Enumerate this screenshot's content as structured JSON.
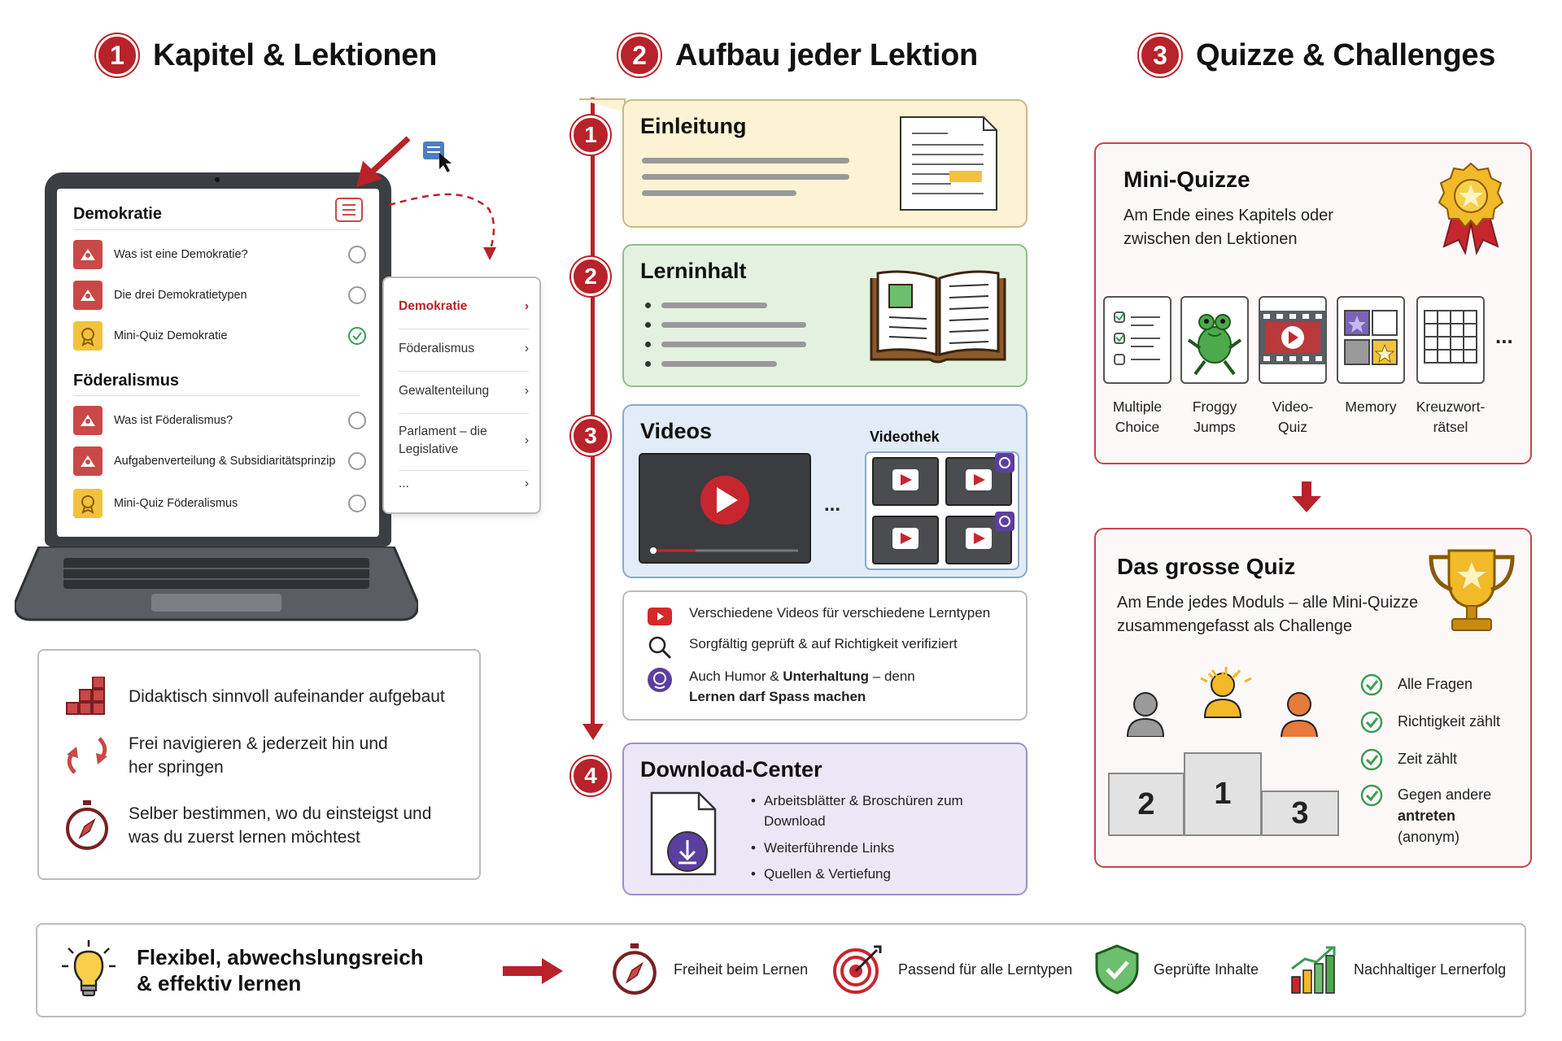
{
  "headers": [
    {
      "num": "1",
      "title": "Kapitel & Lektionen"
    },
    {
      "num": "2",
      "title": "Aufbau jeder Lektion"
    },
    {
      "num": "3",
      "title": "Quizze & Challenges"
    }
  ],
  "laptop": {
    "section1": "Demokratie",
    "section1_items": [
      {
        "label": "Was ist eine Demokratie?",
        "type": "lesson",
        "done": false
      },
      {
        "label": "Die drei Demokratietypen",
        "type": "lesson",
        "done": false
      },
      {
        "label": "Mini-Quiz Demokratie",
        "type": "quiz",
        "done": true
      }
    ],
    "section2": "Föderalismus",
    "section2_items": [
      {
        "label": "Was ist Föderalismus?",
        "type": "lesson",
        "done": false
      },
      {
        "label": "Aufgabenverteilung & Subsidiaritätsprinzip",
        "type": "lesson",
        "done": false
      },
      {
        "label": "Mini-Quiz Föderalismus",
        "type": "quiz",
        "done": false
      }
    ]
  },
  "menu": {
    "items": [
      "Demokratie",
      "Föderalismus",
      "Gewaltenteilung",
      "Parlament – die Legislative",
      "..."
    ],
    "active_index": 0
  },
  "features": [
    {
      "icon": "blocks-icon",
      "text": "Didaktisch sinnvoll aufeinander aufgebaut"
    },
    {
      "icon": "arrows-icon",
      "text": "Frei navigieren & jederzeit hin und her springen"
    },
    {
      "icon": "compass-icon",
      "text": "Selber bestimmen, wo du einsteigst und was du zuerst lernen möchtest"
    }
  ],
  "steps": [
    {
      "num": "1",
      "title": "Einleitung"
    },
    {
      "num": "2",
      "title": "Lerninhalt"
    },
    {
      "num": "3",
      "title": "Videos",
      "sub": "Videothek",
      "ellipsis": "..."
    },
    {
      "num": "4",
      "title": "Download-Center"
    }
  ],
  "video_points": {
    "p1": "Verschiedene Videos für verschiedene Lerntypen",
    "p2": "Sorgfältig geprüft & auf Richtigkeit verifiziert",
    "p3_pre": "Auch Humor & ",
    "p3_bold": "Unterhaltung",
    "p3_post": " – denn",
    "p3_line2": "Lernen darf Spass machen"
  },
  "downloads": [
    "Arbeitsblätter & Broschüren zum Download",
    "Weiterführende Links",
    "Quellen & Vertiefung"
  ],
  "mini_quiz": {
    "title": "Mini-Quizze",
    "desc": "Am Ende eines Kapitels oder zwischen den Lektionen",
    "games": [
      "Multiple Choice",
      "Froggy Jumps",
      "Video-Quiz",
      "Memory",
      "Kreuzwort-rätsel"
    ],
    "ellipsis": "..."
  },
  "big_quiz": {
    "title": "Das grosse Quiz",
    "desc": "Am Ende jedes Moduls – alle Mini-Quizze zusammengefasst als Challenge",
    "podium": [
      "2",
      "1",
      "3"
    ],
    "criteria": [
      "Alle Fragen",
      "Richtigkeit zählt",
      "Zeit zählt"
    ],
    "criteria4_pre": "Gegen andere",
    "criteria4_bold": "antreten",
    "criteria4_post": "(anonym)"
  },
  "footer": {
    "title": "Flexibel, abwechslungsreich & effektiv lernen",
    "benefits": [
      "Freiheit beim Lernen",
      "Passend für alle Lerntypen",
      "Geprüfte Inhalte",
      "Nachhaltiger Lernerfolg"
    ]
  },
  "colors": {
    "accent": "#b8222a",
    "intro_bg": "#fdf3d4",
    "content_bg": "#e3f2df",
    "video_bg": "#e1ecf8",
    "download_bg": "#ece7f6"
  }
}
